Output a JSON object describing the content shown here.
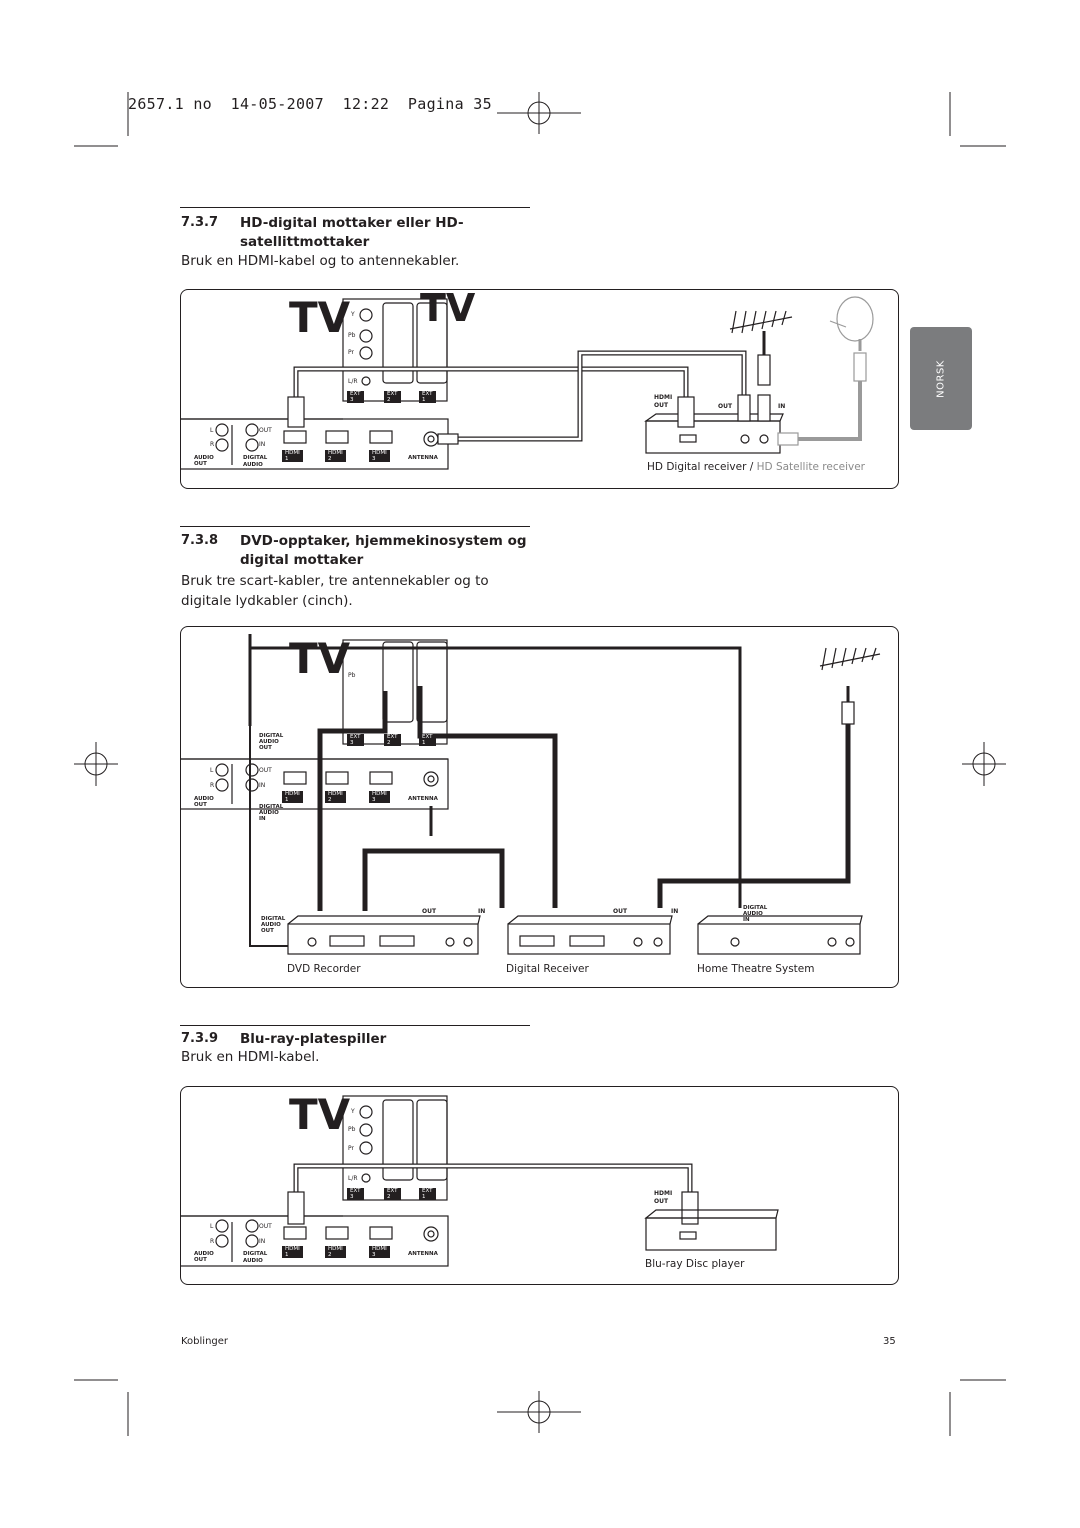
{
  "header": {
    "line": "2657.1 no  14-05-2007  12:22  Pagina 35"
  },
  "side_tab": {
    "label": "NORSK",
    "color": "#7b7c7e"
  },
  "sections": [
    {
      "number": "7.3.7",
      "title_line1": "HD-digital mottaker eller HD-",
      "title_line2": "satellittmottaker",
      "subtitle_line1": "Bruk en HDMI-kabel og to antennekabler.",
      "subtitle_line2": ""
    },
    {
      "number": "7.3.8",
      "title_line1": "DVD-opptaker, hjemmekinosystem og",
      "title_line2": "digital mottaker",
      "subtitle_line1": "Bruk tre scart-kabler, tre antennekabler og to",
      "subtitle_line2": "digitale lydkabler (cinch)."
    },
    {
      "number": "7.3.9",
      "title_line1": "Blu-ray-platespiller",
      "title_line2": "",
      "subtitle_line1": "Bruk en HDMI-kabel.",
      "subtitle_line2": ""
    }
  ],
  "tv_labels": {
    "tv": "TV",
    "y": "Y",
    "pb": "Pb",
    "pr": "Pr",
    "lr": "L/R",
    "ext3": "EXT 3",
    "ext2": "EXT 2",
    "ext1": "EXT 1",
    "l": "L",
    "r": "R",
    "out": "OUT",
    "in": "IN",
    "audio_out": "AUDIO OUT",
    "digital": "DIGITAL",
    "audio": "AUDIO",
    "hdmi1": "HDMI 1",
    "hdmi2": "HDMI 2",
    "hdmi3": "HDMI 3",
    "antenna": "ANTENNA"
  },
  "diagram1": {
    "hdmi_out": "HDMI\nOUT",
    "out": "OUT",
    "in": "IN",
    "caption_black": "HD Digital receiver /",
    "caption_grey": "HD Satellite receiver"
  },
  "diagram2": {
    "digital_audio_out": "DIGITAL\nAUDIO\nOUT",
    "digital_audio_in": "DIGITAL\nAUDIO\nIN",
    "out": "OUT",
    "in": "IN",
    "dvd_recorder": "DVD Recorder",
    "digital_receiver": "Digital Receiver",
    "home_theatre": "Home Theatre System"
  },
  "diagram3": {
    "hdmi_out": "HDMI\nOUT",
    "caption": "Blu-ray Disc player"
  },
  "footer": {
    "section": "Koblinger",
    "page": "35"
  }
}
